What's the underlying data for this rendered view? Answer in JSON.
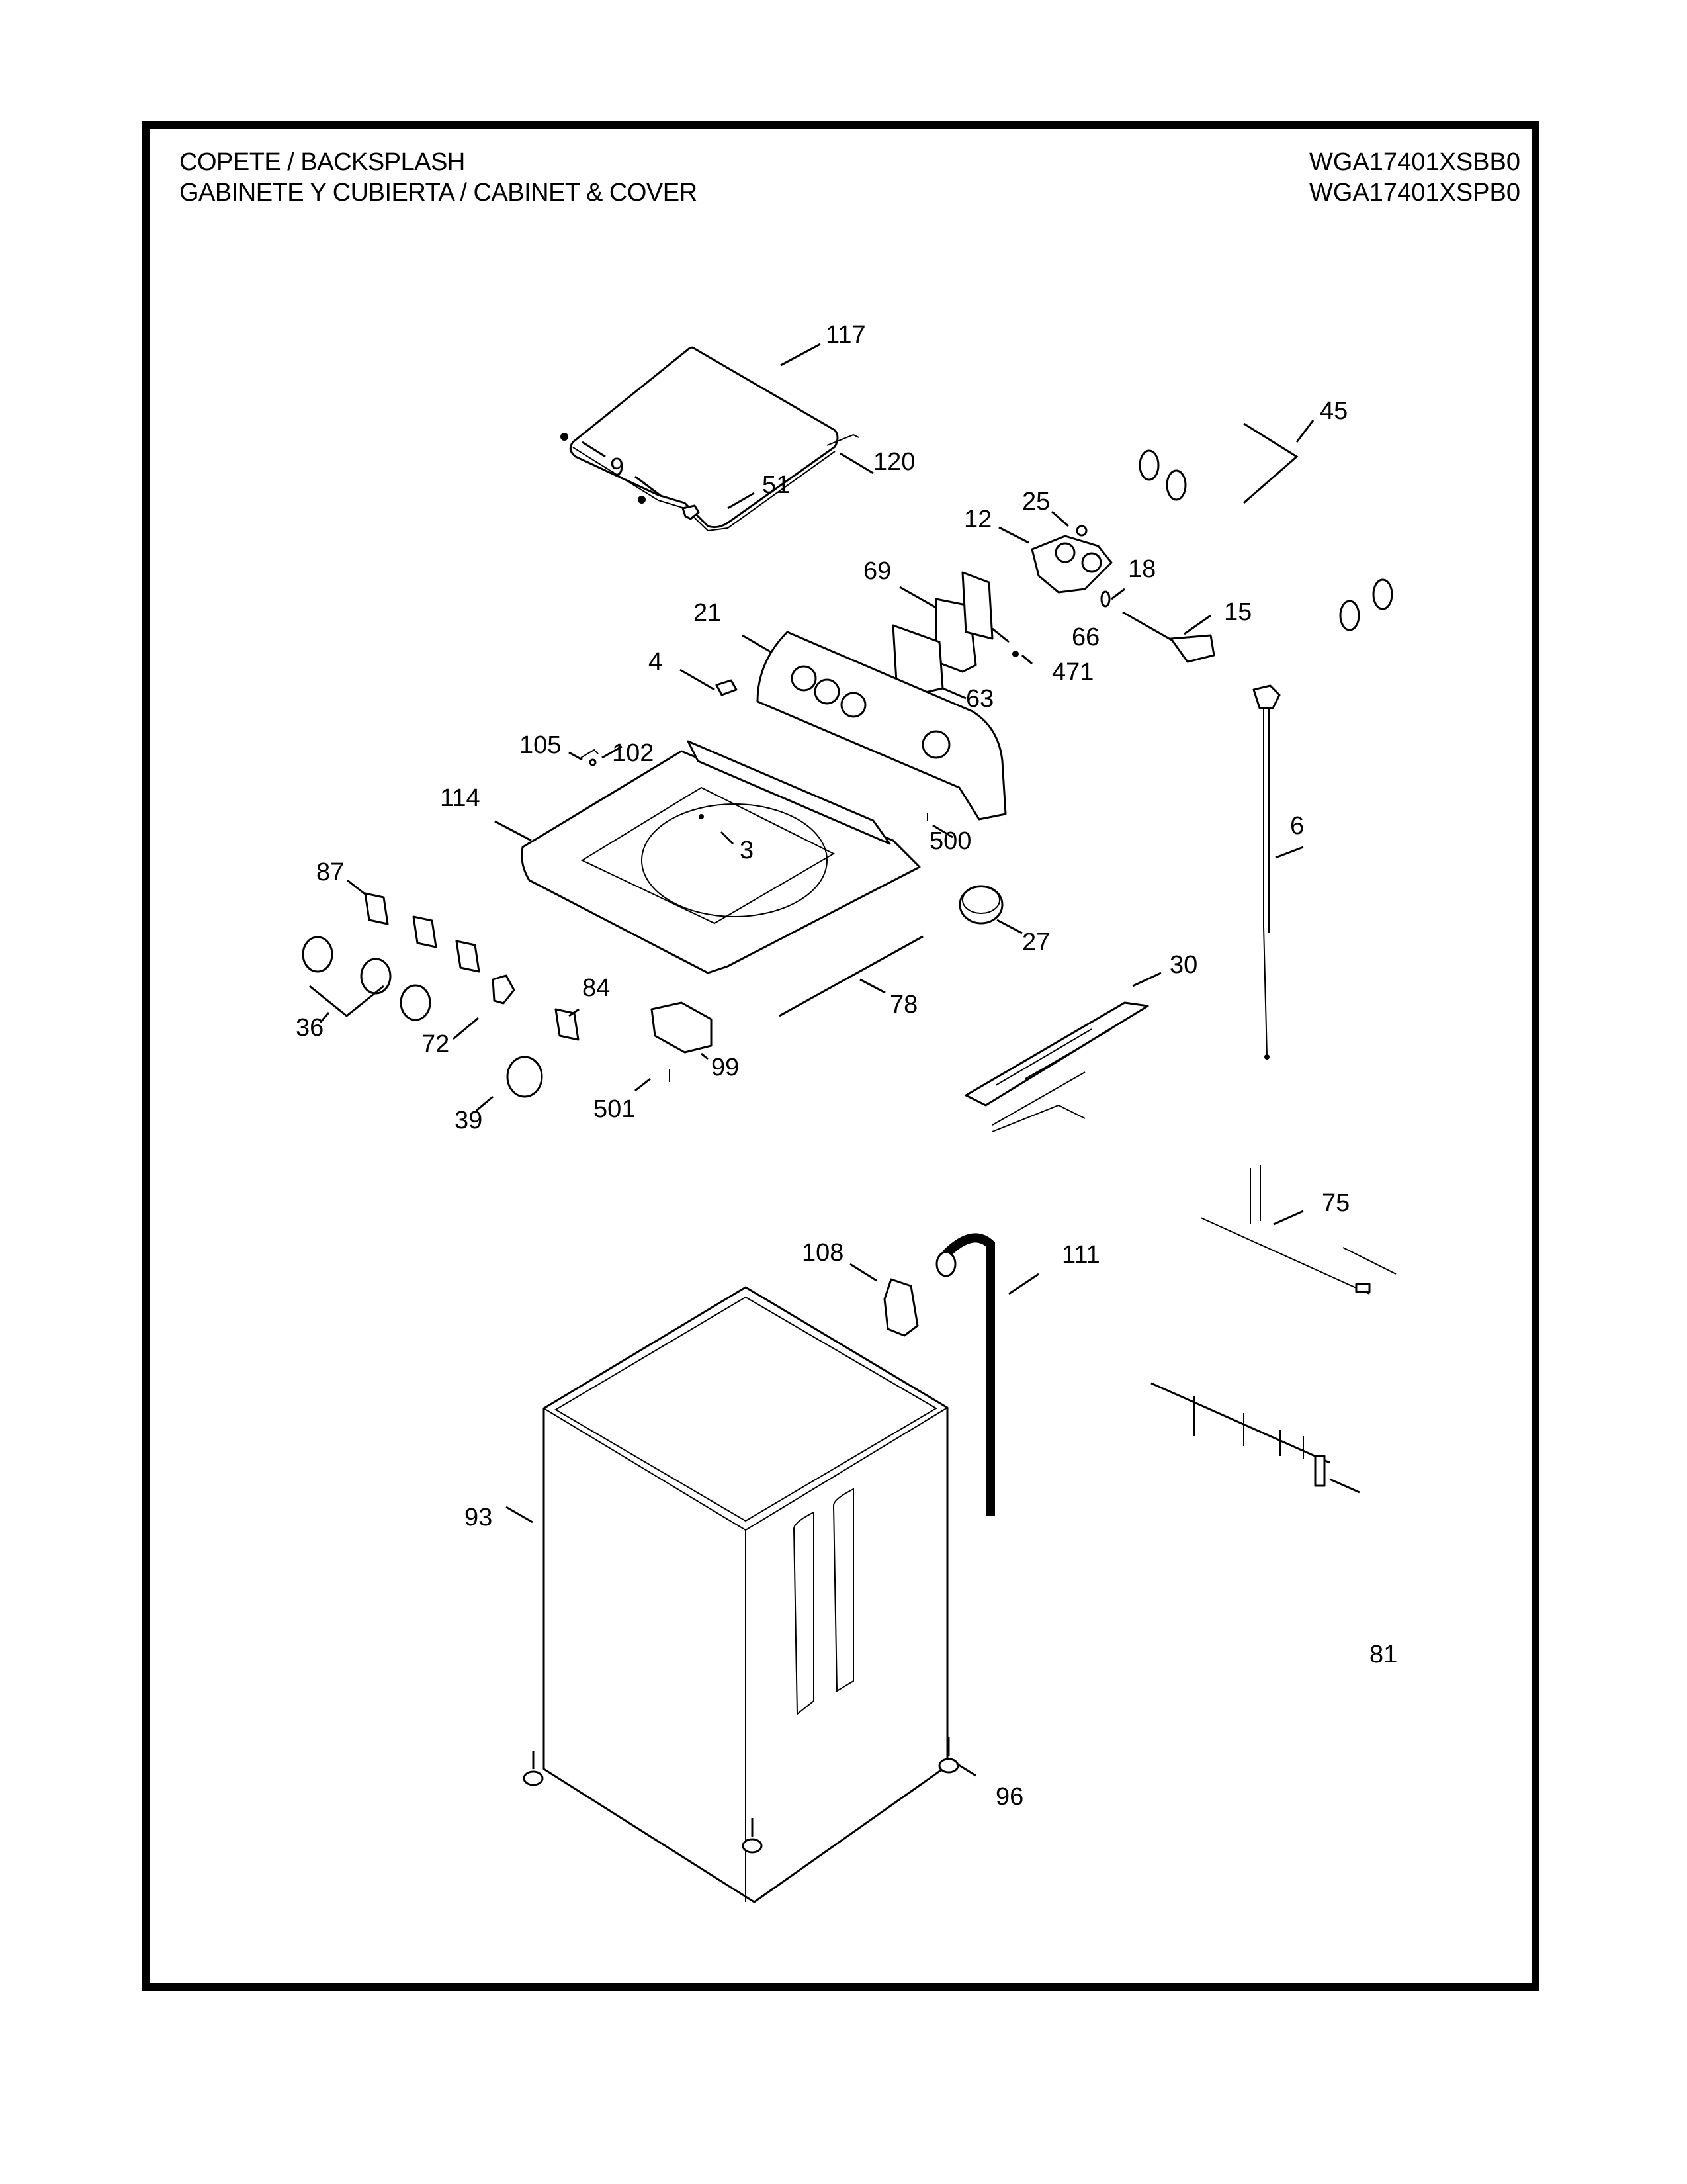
{
  "header": {
    "section_title_1": "COPETE / BACKSPLASH",
    "section_title_2": "GABINETE Y CUBIERTA / CABINET & COVER",
    "model_numbers": [
      "WGA17401XSBB0",
      "WGA17401XSPB0"
    ]
  },
  "diagram": {
    "type": "exploded parts diagram",
    "subject": "washer backsplash, cabinet & cover",
    "callouts": [
      {
        "id": "117",
        "part": "lid"
      },
      {
        "id": "9",
        "part": "lid bumper"
      },
      {
        "id": "51",
        "part": "lid hinge"
      },
      {
        "id": "120",
        "part": "lid pin"
      },
      {
        "id": "45",
        "part": "inlet hoses"
      },
      {
        "id": "25",
        "part": "screw"
      },
      {
        "id": "12",
        "part": "water valve"
      },
      {
        "id": "18",
        "part": "seal ring"
      },
      {
        "id": "15",
        "part": "fill nozzle"
      },
      {
        "id": "69",
        "part": "control board"
      },
      {
        "id": "66",
        "part": "board bracket"
      },
      {
        "id": "21",
        "part": "backsplash"
      },
      {
        "id": "4",
        "part": "badge"
      },
      {
        "id": "63",
        "part": "board housing"
      },
      {
        "id": "471",
        "part": "screw"
      },
      {
        "id": "105",
        "part": "clip"
      },
      {
        "id": "102",
        "part": "screw"
      },
      {
        "id": "114",
        "part": "top cover"
      },
      {
        "id": "3",
        "part": "screw"
      },
      {
        "id": "500",
        "part": "screw"
      },
      {
        "id": "6",
        "part": "lid switch"
      },
      {
        "id": "87",
        "part": "switch"
      },
      {
        "id": "27",
        "part": "pressure switch"
      },
      {
        "id": "36",
        "part": "knobs"
      },
      {
        "id": "72",
        "part": "switch"
      },
      {
        "id": "84",
        "part": "switch"
      },
      {
        "id": "78",
        "part": "harness"
      },
      {
        "id": "30",
        "part": "harness"
      },
      {
        "id": "39",
        "part": "knob"
      },
      {
        "id": "99",
        "part": "terminal block"
      },
      {
        "id": "501",
        "part": "screw"
      },
      {
        "id": "75",
        "part": "wire harness"
      },
      {
        "id": "108",
        "part": "hose bracket"
      },
      {
        "id": "111",
        "part": "drain hose"
      },
      {
        "id": "93",
        "part": "cabinet"
      },
      {
        "id": "81",
        "part": "wire harness"
      },
      {
        "id": "96",
        "part": "leveling leg"
      }
    ]
  }
}
